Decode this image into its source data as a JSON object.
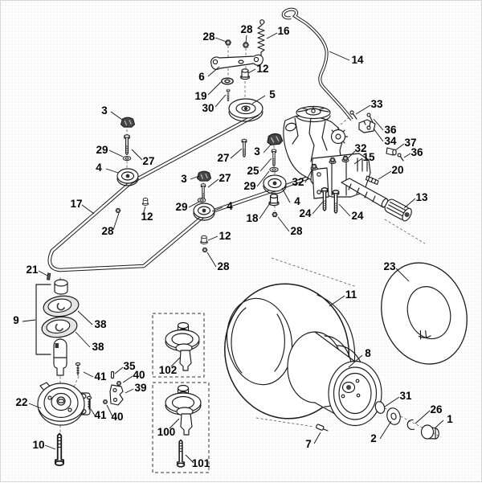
{
  "figure": {
    "kind": "exploded-parts-diagram"
  },
  "colors": {
    "line": "#1a1a1a",
    "label": "#000000",
    "background": "#ffffff",
    "dark_part": "#474747",
    "shade": "#e4e4e4",
    "border": "#d6d6d6"
  },
  "callouts": [
    "28",
    "28",
    "16",
    "14",
    "6",
    "12",
    "19",
    "30",
    "5",
    "3",
    "29",
    "27",
    "4",
    "17",
    "12",
    "28",
    "3",
    "27",
    "27",
    "29",
    "4",
    "12",
    "28",
    "3",
    "25",
    "29",
    "32",
    "4",
    "18",
    "24",
    "24",
    "28",
    "33",
    "36",
    "34",
    "32",
    "37",
    "36",
    "15",
    "20",
    "13",
    "23",
    "11",
    "8",
    "21",
    "9",
    "38",
    "38",
    "35",
    "40",
    "41",
    "39",
    "22",
    "41",
    "40",
    "10",
    "102",
    "100",
    "101",
    "31",
    "26",
    "1",
    "2",
    "7"
  ]
}
